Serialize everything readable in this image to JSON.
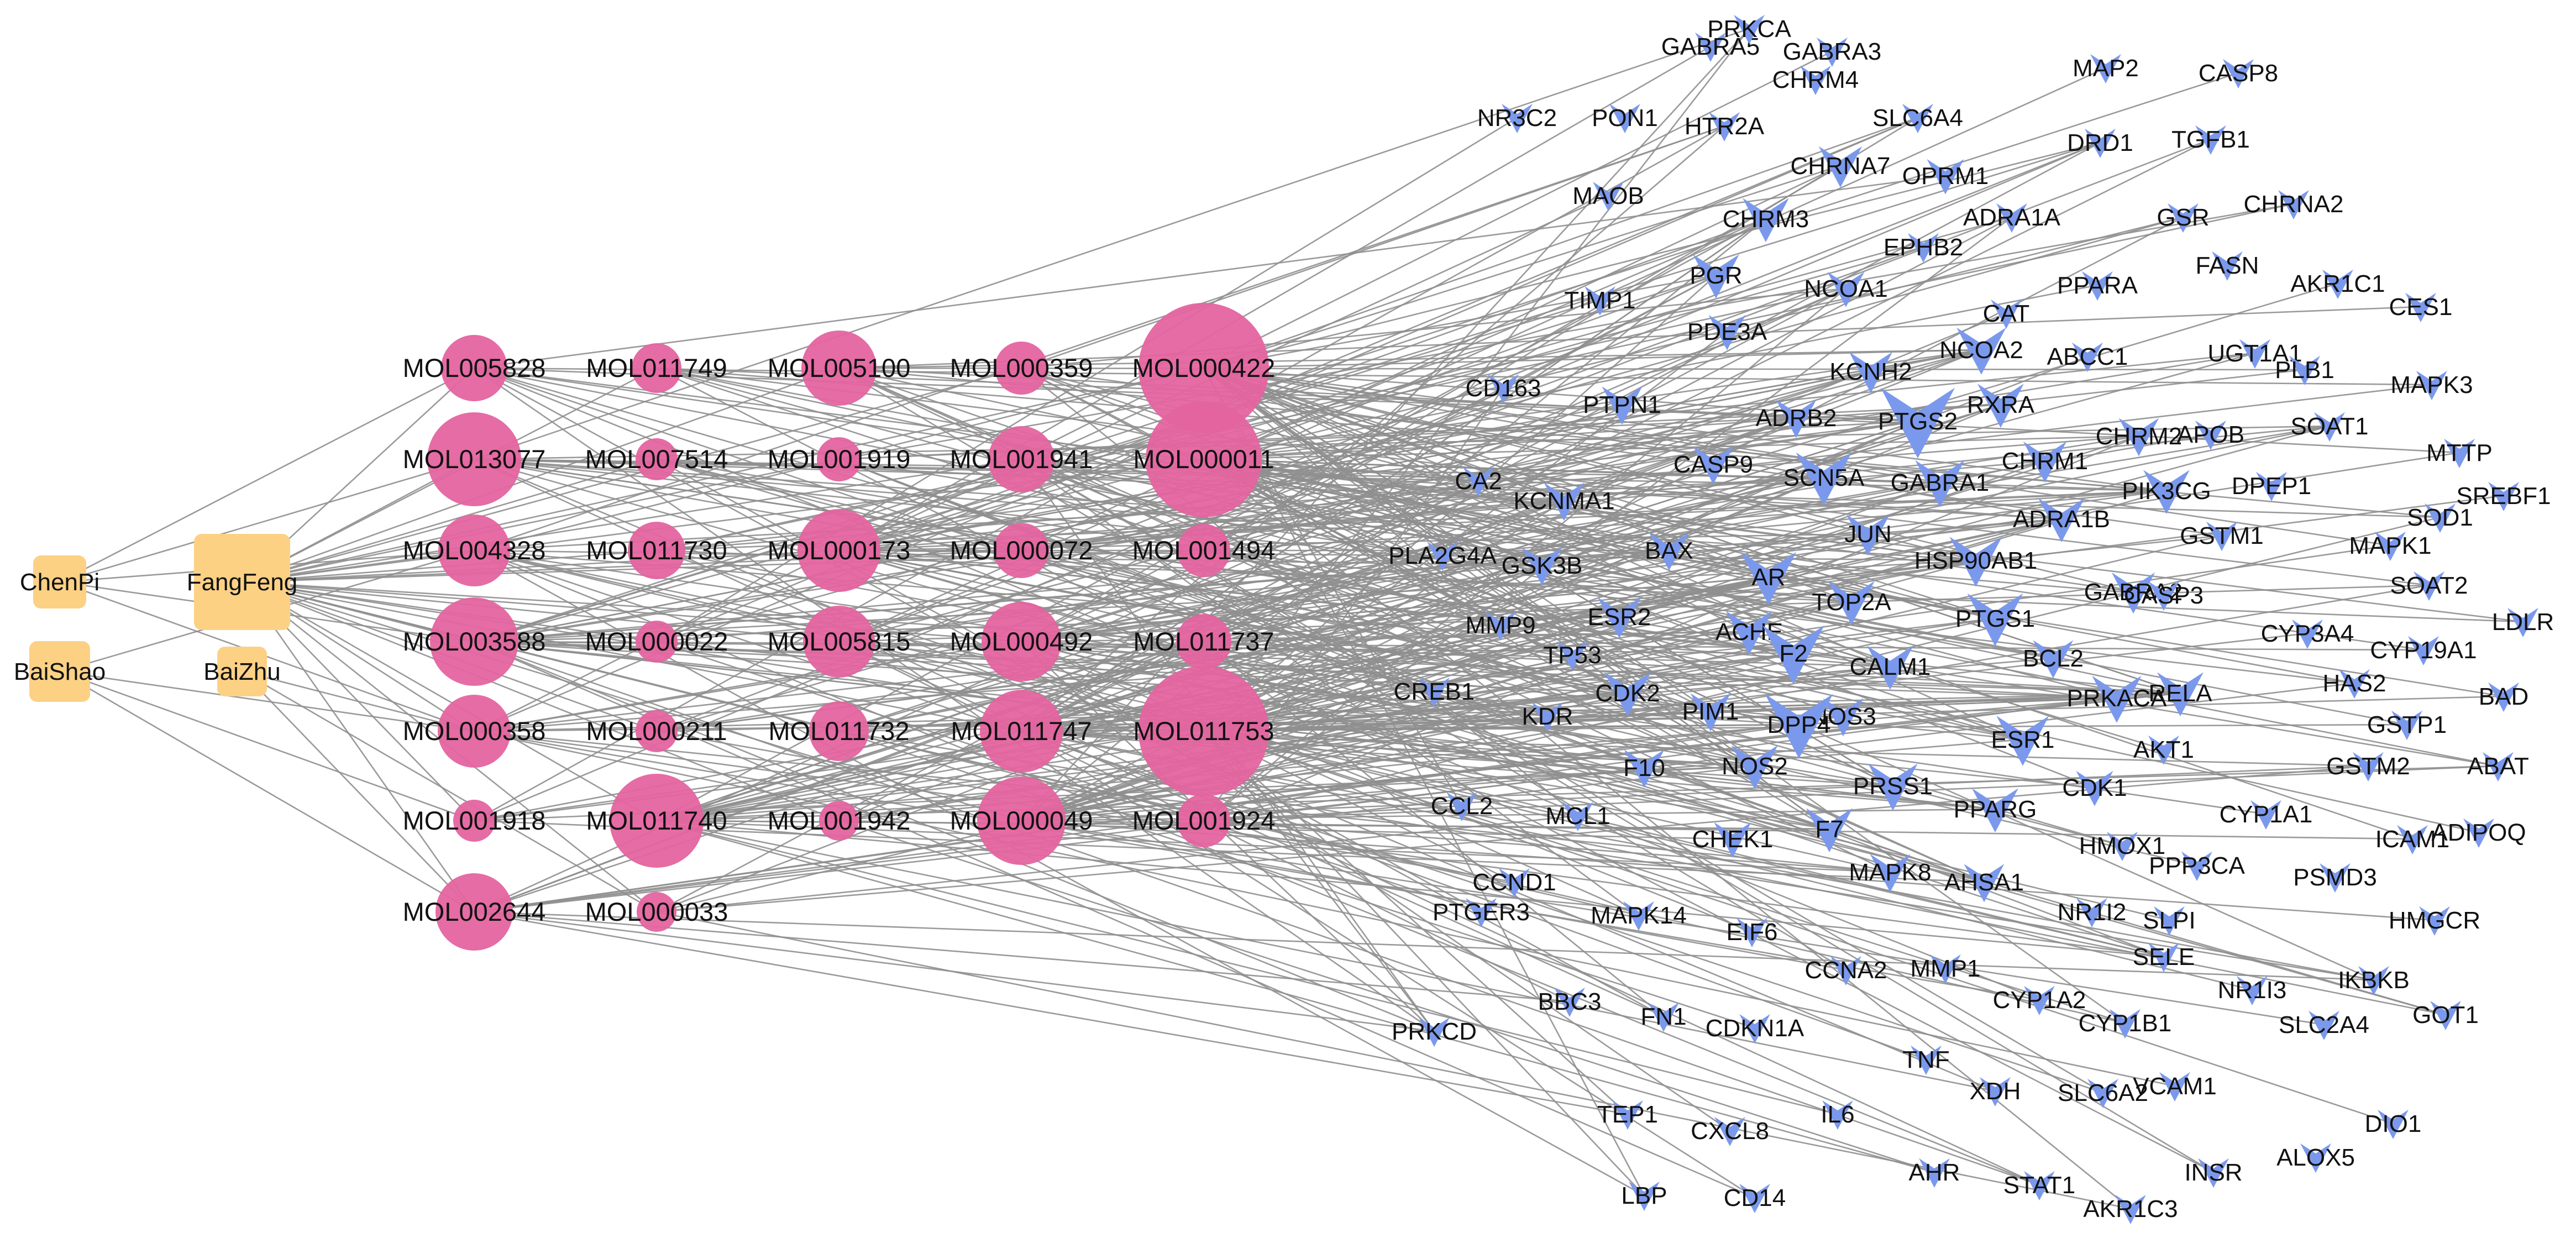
{
  "title": "",
  "colors": {
    "herb": "#fcd184",
    "compound": "#e4649f",
    "target": "#7b99ec",
    "edge": "#8f8f8f"
  },
  "herbs": [
    "ChenPi",
    "FangFeng",
    "BaiShao",
    "BaiZhu"
  ],
  "compounds": [
    "MOL005828",
    "MOL011749",
    "MOL005100",
    "MOL000359",
    "MOL000422",
    "MOL013077",
    "MOL007514",
    "MOL001919",
    "MOL001941",
    "MOL000011",
    "MOL004328",
    "MOL011730",
    "MOL000173",
    "MOL000072",
    "MOL001494",
    "MOL003588",
    "MOL000022",
    "MOL005815",
    "MOL000492",
    "MOL011737",
    "MOL000358",
    "MOL000211",
    "MOL011732",
    "MOL011747",
    "MOL011753",
    "MOL001918",
    "MOL011740",
    "MOL001942",
    "MOL000049",
    "MOL001924",
    "MOL002644",
    "MOL000033"
  ],
  "targets": [
    "GABRA5",
    "PRKCA",
    "GABRA3",
    "NR3C2",
    "PON1",
    "CHRM4",
    "HTR2A",
    "SLC6A4",
    "MAP2",
    "CASP8",
    "DRD1",
    "TGFB1",
    "MAOB",
    "CHRNA7",
    "OPRM1",
    "CHRM3",
    "ADRA1A",
    "GSR",
    "CHRNA2",
    "EPHB2",
    "FASN",
    "PGR",
    "NCOA1",
    "PPARA",
    "AKR1C1",
    "TIMP1",
    "CES1",
    "PDE3A",
    "CAT",
    "NCOA2",
    "ABCC1",
    "UGT1A1",
    "KCNH2",
    "PLB1",
    "CD163",
    "PTPN1",
    "MAPK3",
    "ADRB2",
    "PTGS2",
    "RXRA",
    "APOB",
    "SOAT1",
    "CHRM2",
    "MTTP",
    "CASP9",
    "CHRM1",
    "CA2",
    "SCN5A",
    "GABRA1",
    "PIK3CG",
    "DPEP1",
    "SREBF1",
    "KCNMA1",
    "SOD1",
    "ADRA1B",
    "GSTM1",
    "JUN",
    "MAPK1",
    "PLA2G4A",
    "GSK3B",
    "BAX",
    "HSP90AB1",
    "SOAT2",
    "AR",
    "GABRA2",
    "CASP3",
    "TOP2A",
    "MMP9",
    "ESR2",
    "ACHE",
    "PTGS1",
    "CYP3A4",
    "LDLR",
    "TP53",
    "F2",
    "CALM1",
    "BCL2",
    "CYP19A1",
    "CREB1",
    "HAS2",
    "RELA",
    "CDK2",
    "PRKACA",
    "BAD",
    "KDR",
    "PIM1",
    "NOS3",
    "GSTP1",
    "DPP4",
    "ESR1",
    "AKT1",
    "F10",
    "NOS2",
    "GSTM2",
    "ABAT",
    "PRSS1",
    "CDK1",
    "CCL2",
    "MCL1",
    "CYP1A1",
    "F7",
    "ICAM1",
    "ADIPOQ",
    "CHEK1",
    "PPARG",
    "HMOX1",
    "MAPK8",
    "PPP3CA",
    "PSMD3",
    "AHSA1",
    "CCND1",
    "NR1I2",
    "SLPI",
    "HMGCR",
    "PTGER3",
    "MAPK14",
    "EIF6",
    "SELE",
    "IKBKB",
    "CCNA2",
    "MMP1",
    "NR1I3",
    "GOT1",
    "CYP1A2",
    "SLC2A4",
    "CYP1B1",
    "BBC3",
    "PRKCD",
    "FN1",
    "CDKN1A",
    "TNF",
    "XDH",
    "SLC6A2",
    "VCAM1",
    "DIO1",
    "TEP1",
    "IL6",
    "ALOX5",
    "CXCL8",
    "AHR",
    "INSR",
    "STAT1",
    "LBP",
    "CD14",
    "AKR1C3"
  ]
}
